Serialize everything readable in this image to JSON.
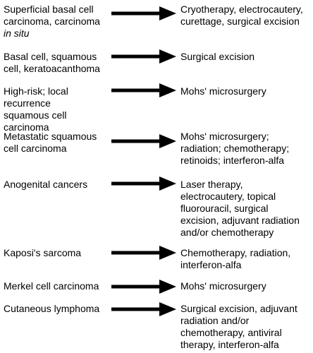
{
  "rows": [
    {
      "condition": "Superficial basal cell carcinoma, carcinoma",
      "condition_italic": "in situ",
      "treatment": "Cryotherapy, electrocautery, curettage, surgical excision"
    },
    {
      "condition": "Basal cell, squamous cell, keratoacanthoma",
      "treatment": "Surgical excision"
    },
    {
      "condition": "High-risk; local recurrence squamous cell carcinoma",
      "treatment": "Mohs' microsurgery"
    },
    {
      "condition": "Metastatic squamous cell carcinoma",
      "treatment": "Mohs' microsurgery; radiation; chemotherapy; retinoids; interferon-alfa"
    },
    {
      "condition": "Anogenital cancers",
      "treatment": "Laser therapy, electrocautery, topical fluorouracil, surgical excision, adjuvant radiation and/or chemotherapy"
    },
    {
      "condition": "Kaposi's sarcoma",
      "treatment": "Chemotherapy, radiation, interferon-alfa"
    },
    {
      "condition": "Merkel cell carcinoma",
      "treatment": "Mohs' microsurgery"
    },
    {
      "condition": "Cutaneous lymphoma",
      "treatment": "Surgical excision, adjuvant radiation and/or chemotherapy, antiviral therapy, interferon-alfa"
    }
  ]
}
